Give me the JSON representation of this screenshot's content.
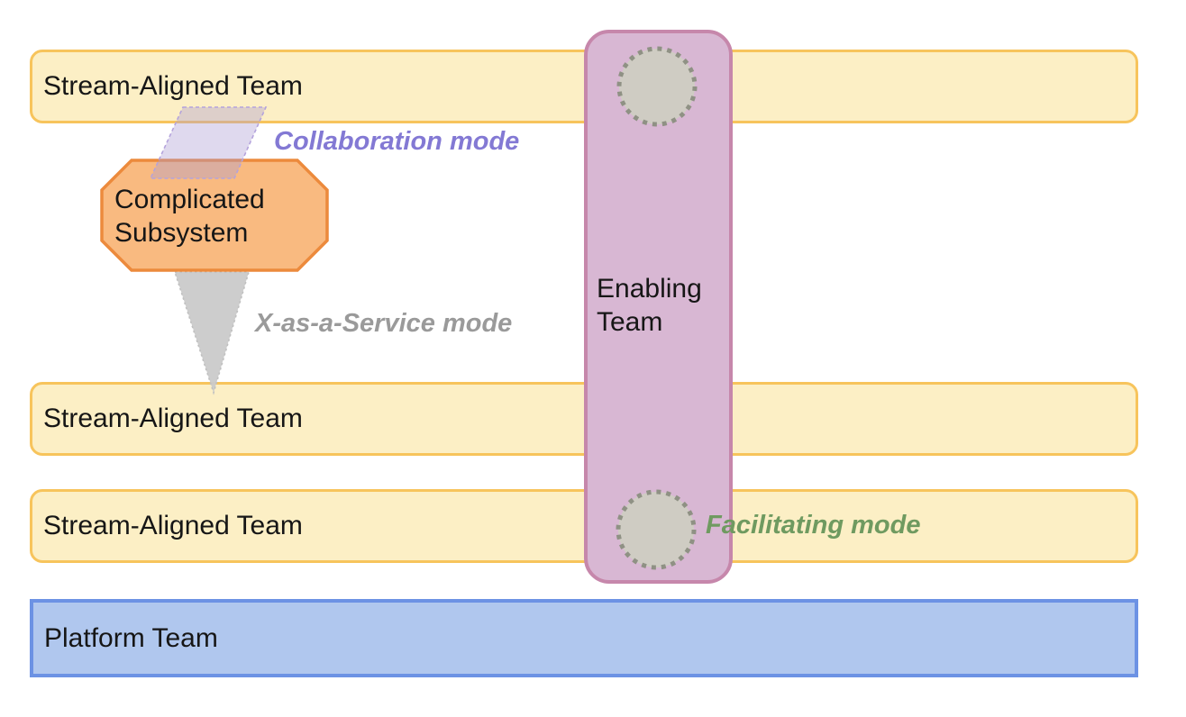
{
  "diagram": {
    "stream_aligned_teams": [
      {
        "label": "Stream-Aligned Team"
      },
      {
        "label": "Stream-Aligned Team"
      },
      {
        "label": "Stream-Aligned Team"
      }
    ],
    "platform_team": {
      "label": "Platform Team"
    },
    "enabling_team": {
      "label": "Enabling Team"
    },
    "complicated_subsystem": {
      "label": "Complicated Subsystem"
    },
    "interaction_modes": {
      "collaboration": {
        "label": "Collaboration mode",
        "color": "#8379D4"
      },
      "x_as_a_service": {
        "label": "X-as-a-Service mode",
        "color": "#9A9A9A"
      },
      "facilitating": {
        "label": "Facilitating mode",
        "color": "#6F9A60"
      }
    },
    "palette": {
      "stream_aligned_fill": "#FCEFC5",
      "stream_aligned_border": "#F7C45C",
      "platform_fill": "#B0C7EE",
      "platform_border": "#6C92E4",
      "enabling_fill": "#D8B7D3",
      "enabling_border": "#C687AB",
      "complicated_subsystem_fill": "#F9BA80",
      "complicated_subsystem_border": "#EC8A3C",
      "collaboration_overlap_fill": "#AC9BD1",
      "service_arrow_fill": "#CACACA",
      "facilitation_circle_fill": "#CFCCC3",
      "facilitation_circle_border": "#8F9184"
    }
  }
}
